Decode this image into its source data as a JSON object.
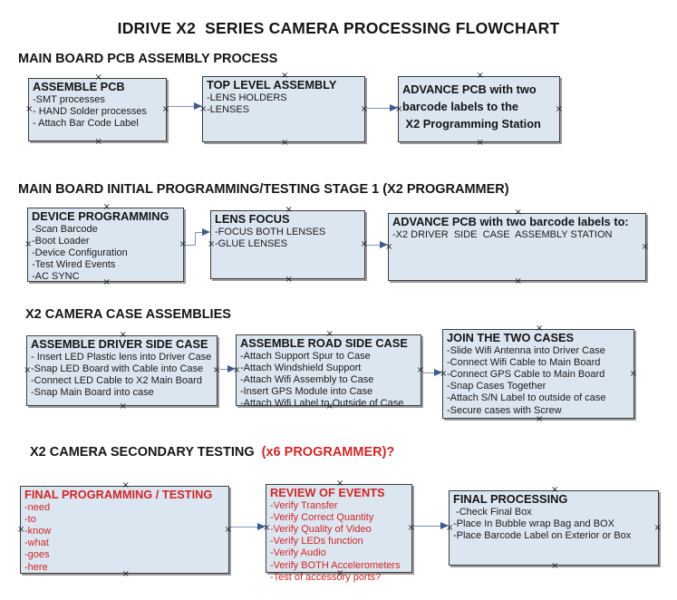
{
  "title": "IDRIVE X2  SERIES CAMERA PROCESSING FLOWCHART",
  "glyphs": {
    "anchor": "×"
  },
  "colors": {
    "box_fill": "#dce6f1",
    "box_border": "#3d3d3d",
    "box_shadow": "#9b9b9b",
    "red": "#d02626",
    "arrow_line": "#7d93b8",
    "arrow_head": "#3b5b92",
    "text": "#151515"
  },
  "sections": [
    {
      "heading": "MAIN BOARD PCB ASSEMBLY PROCESS"
    },
    {
      "heading": "MAIN BOARD INITIAL PROGRAMMING/TESTING STAGE 1 (X2 PROGRAMMER)"
    },
    {
      "heading": "X2 CAMERA CASE ASSEMBLIES"
    },
    {
      "heading_black": "X2 CAMERA SECONDARY TESTING ",
      "heading_red": " (x6 PROGRAMMER)?"
    }
  ],
  "boxes": {
    "assemble_pcb": {
      "title": "ASSEMBLE PCB",
      "items": [
        "-SMT processes",
        "- HAND Solder processes",
        "- Attach Bar Code Label"
      ]
    },
    "top_level_assembly": {
      "title": "TOP LEVEL ASSEMBLY",
      "items": [
        "-LENS HOLDERS",
        "-LENSES"
      ]
    },
    "advance_pcb_to_programming": {
      "lines": [
        "ADVANCE PCB with two",
        "barcode labels to the",
        " X2 Programming Station"
      ]
    },
    "device_programming": {
      "title": "DEVICE PROGRAMMING",
      "items": [
        "-Scan Barcode",
        "-Boot Loader",
        "-Device Configuration",
        "-Test Wired Events",
        "-AC SYNC"
      ]
    },
    "lens_focus": {
      "title": "LENS FOCUS",
      "items": [
        "-FOCUS BOTH LENSES",
        "-GLUE LENSES"
      ]
    },
    "advance_pcb_to_driver_station": {
      "title": "ADVANCE PCB with two barcode labels to:",
      "items": [
        "-X2 DRIVER  SIDE  CASE  ASSEMBLY STATION"
      ]
    },
    "assemble_driver_side_case": {
      "title": "ASSEMBLE DRIVER SIDE CASE",
      "items": [
        "- Insert LED Plastic lens into Driver Case",
        "-Snap LED Board with Cable into Case",
        "-Connect LED Cable to X2 Main Board",
        "-Snap Main Board into case"
      ]
    },
    "assemble_road_side_case": {
      "title": "ASSEMBLE ROAD SIDE CASE",
      "items": [
        "-Attach Support Spur to Case",
        "-Attach Windshield Support",
        "-Attach Wifi Assembly to Case",
        "-Insert GPS Module into Case",
        "-Attach Wifi Label to Outside of Case"
      ]
    },
    "join_the_two_cases": {
      "title": "JOIN THE TWO CASES",
      "items": [
        "-Slide Wifi Antenna into Driver Case",
        "-Connect Wifi Cable to Main Board",
        "-Connect GPS Cable to Main Board",
        "-Snap Cases Together",
        "-Attach S/N Label to outside of case",
        "-Secure cases with Screw"
      ]
    },
    "final_programming_testing": {
      "title": "FINAL PROGRAMMING / TESTING",
      "items": [
        "-need",
        "-to",
        "-know",
        "-what",
        "-goes",
        "-here"
      ]
    },
    "review_of_events": {
      "title": "REVIEW OF EVENTS",
      "items": [
        "-Verify Transfer",
        "-Verify Correct Quantity",
        "-Verify Quality of Video",
        "-Verify LEDs function",
        "-Verify Audio",
        "-Verify BOTH Accelerometers",
        "-Test of accessory ports?"
      ]
    },
    "final_processing": {
      "title": "FINAL PROCESSING",
      "items": [
        " -Check Final Box",
        "-Place In Bubble wrap Bag and BOX",
        "-Place Barcode Label on Exterior or Box"
      ]
    }
  }
}
